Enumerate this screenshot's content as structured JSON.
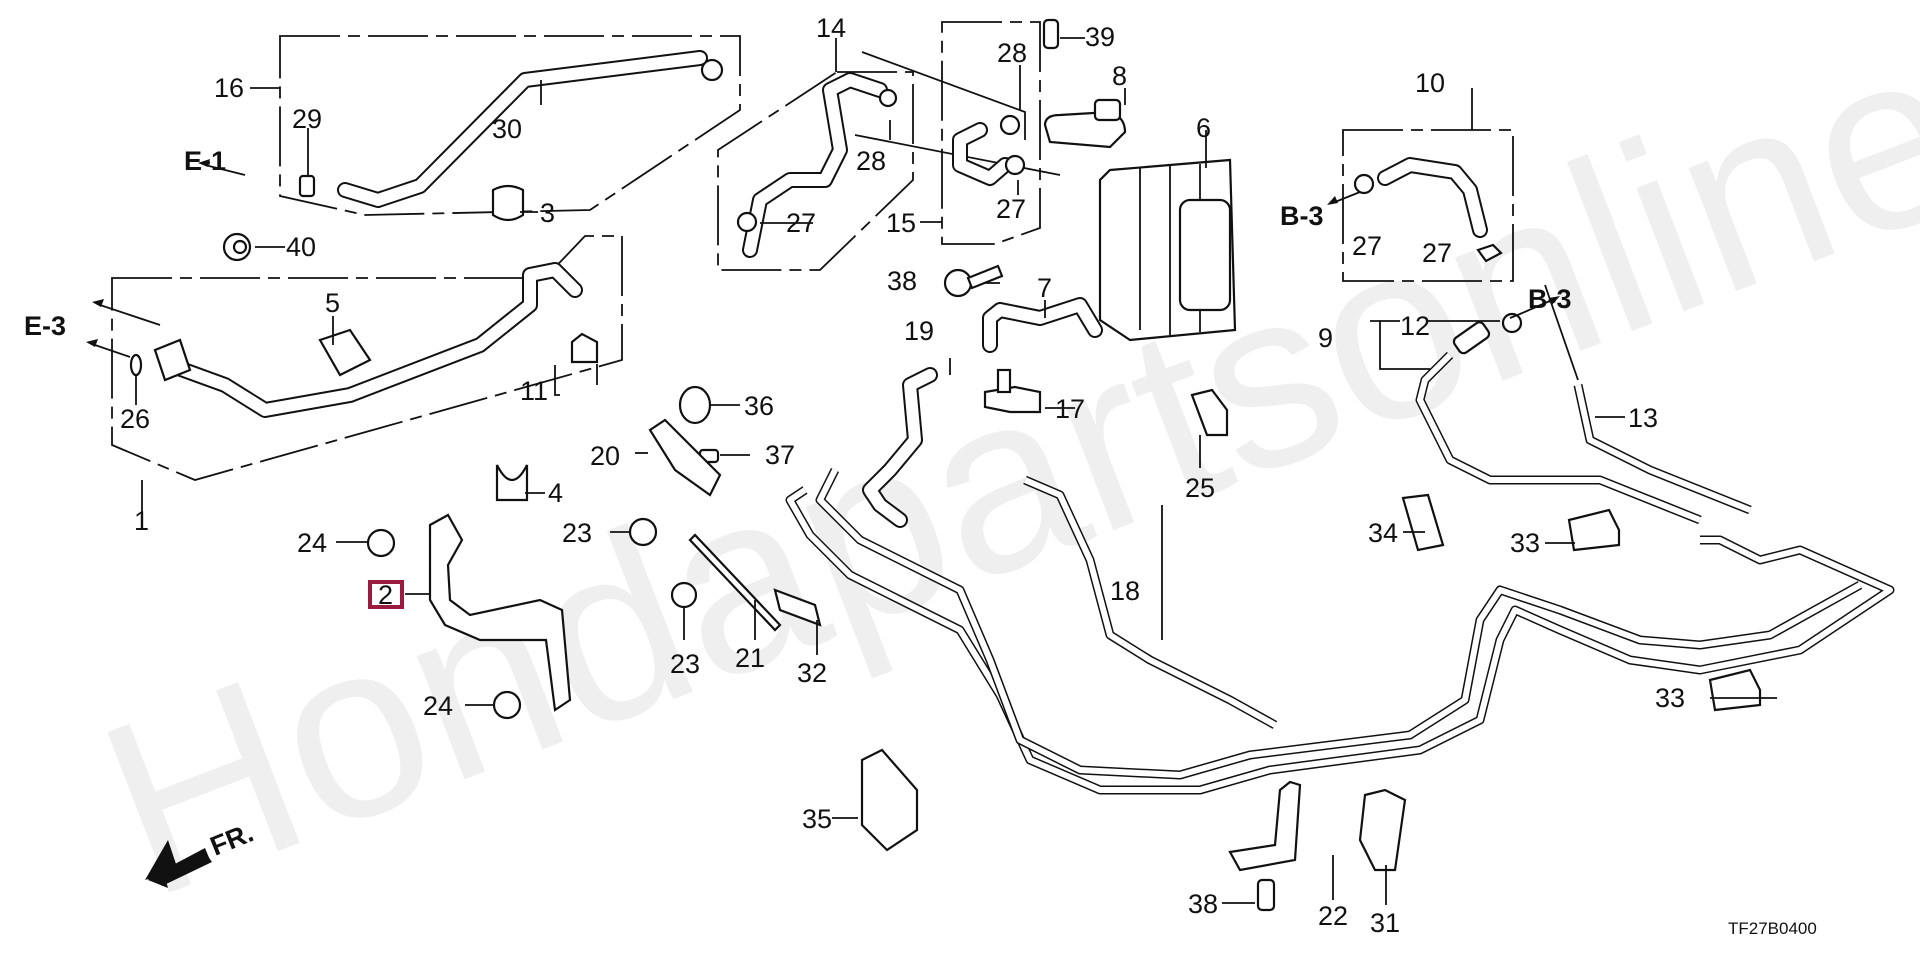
{
  "diagram": {
    "type": "exploded parts diagram",
    "code": "TF27B0400",
    "watermark": "Hondapartsonline.ru",
    "highlight_color": "#9b1b3e",
    "highlighted_part": "2",
    "front_indicator": "FR.",
    "references": {
      "e1": "E-1",
      "e3": "E-3",
      "b3_upper": "B-3",
      "b3_lower": "B-3"
    },
    "callouts": {
      "c1": "1",
      "c2": "2",
      "c3": "3",
      "c4": "4",
      "c5": "5",
      "c6": "6",
      "c7": "7",
      "c8": "8",
      "c9": "9",
      "c10": "10",
      "c11": "11",
      "c12": "12",
      "c13": "13",
      "c14": "14",
      "c15": "15",
      "c16": "16",
      "c17": "17",
      "c18": "18",
      "c19": "19",
      "c20": "20",
      "c21": "21",
      "c22": "22",
      "c23a": "23",
      "c23b": "23",
      "c24a": "24",
      "c24b": "24",
      "c25": "25",
      "c26": "26",
      "c27a": "27",
      "c27b": "27",
      "c27c": "27",
      "c27d": "27",
      "c28a": "28",
      "c28b": "28",
      "c29": "29",
      "c30": "30",
      "c31": "31",
      "c32": "32",
      "c33a": "33",
      "c33b": "33",
      "c34": "34",
      "c35": "35",
      "c36": "36",
      "c37": "37",
      "c38a": "38",
      "c38b": "38",
      "c39": "39",
      "c40": "40"
    }
  }
}
